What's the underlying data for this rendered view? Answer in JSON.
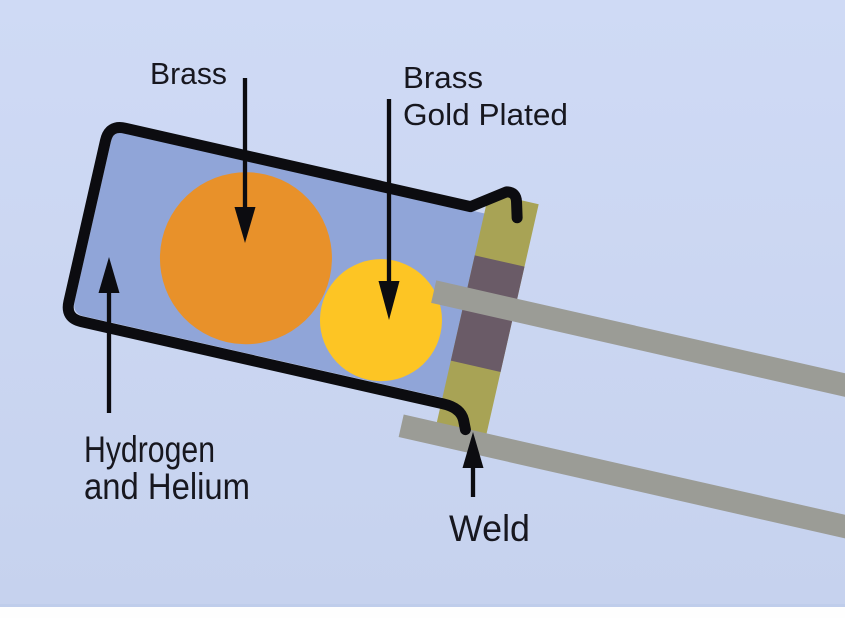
{
  "diagram": {
    "labels": {
      "brass": "Brass",
      "brass_gold": {
        "line1": "Brass",
        "line2": "Gold Plated"
      },
      "gas": {
        "line1": "Hydrogen",
        "line2": "and Helium"
      },
      "weld": "Weld"
    },
    "colors": {
      "background_top": "#cfdaf5",
      "background_bottom": "#c6d2ee",
      "capsule_fill": "#90a5d8",
      "outline": "#0c0c10",
      "brass_sphere": "#e8912a",
      "gold_sphere": "#fdc524",
      "plug_body": "#a8a355",
      "plug_band": "#6a5b67",
      "rod": "#9b9c96",
      "arrow": "#0c0c10",
      "label_text": "#17171f",
      "footer_divider": "#bfcdeb",
      "footer_strip": "#fefefe"
    }
  }
}
